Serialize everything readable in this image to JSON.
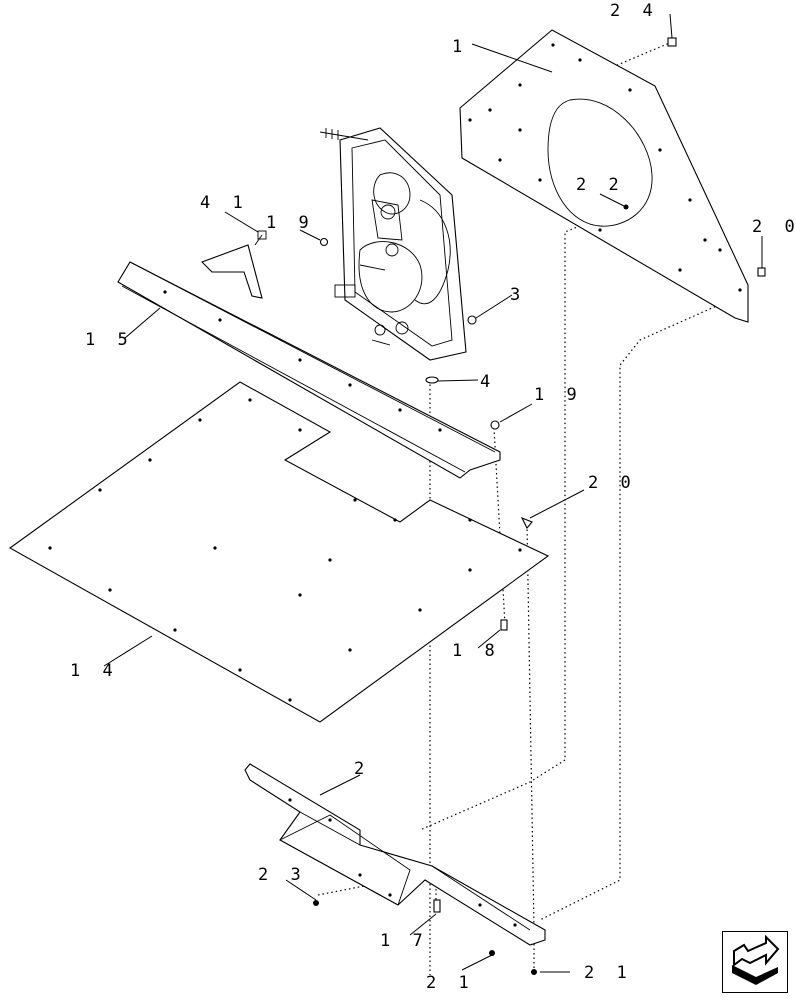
{
  "callouts": [
    {
      "id": "c1",
      "text": "1"
    },
    {
      "id": "c24",
      "text": "2 4"
    },
    {
      "id": "c22",
      "text": "2 2"
    },
    {
      "id": "c20a",
      "text": "2 0"
    },
    {
      "id": "c41",
      "text": "4 1"
    },
    {
      "id": "c19a",
      "text": "1 9"
    },
    {
      "id": "c3",
      "text": "3"
    },
    {
      "id": "c15",
      "text": "1 5"
    },
    {
      "id": "c4",
      "text": "4"
    },
    {
      "id": "c19b",
      "text": "1 9"
    },
    {
      "id": "c20b",
      "text": "2 0"
    },
    {
      "id": "c18",
      "text": "1 8"
    },
    {
      "id": "c14",
      "text": "1 4"
    },
    {
      "id": "c2",
      "text": "2"
    },
    {
      "id": "c23",
      "text": "2 3"
    },
    {
      "id": "c17",
      "text": "1 7"
    },
    {
      "id": "c21a",
      "text": "2 1"
    },
    {
      "id": "c21b",
      "text": "2 1"
    }
  ],
  "nav_icon": "folder-arrow-icon"
}
